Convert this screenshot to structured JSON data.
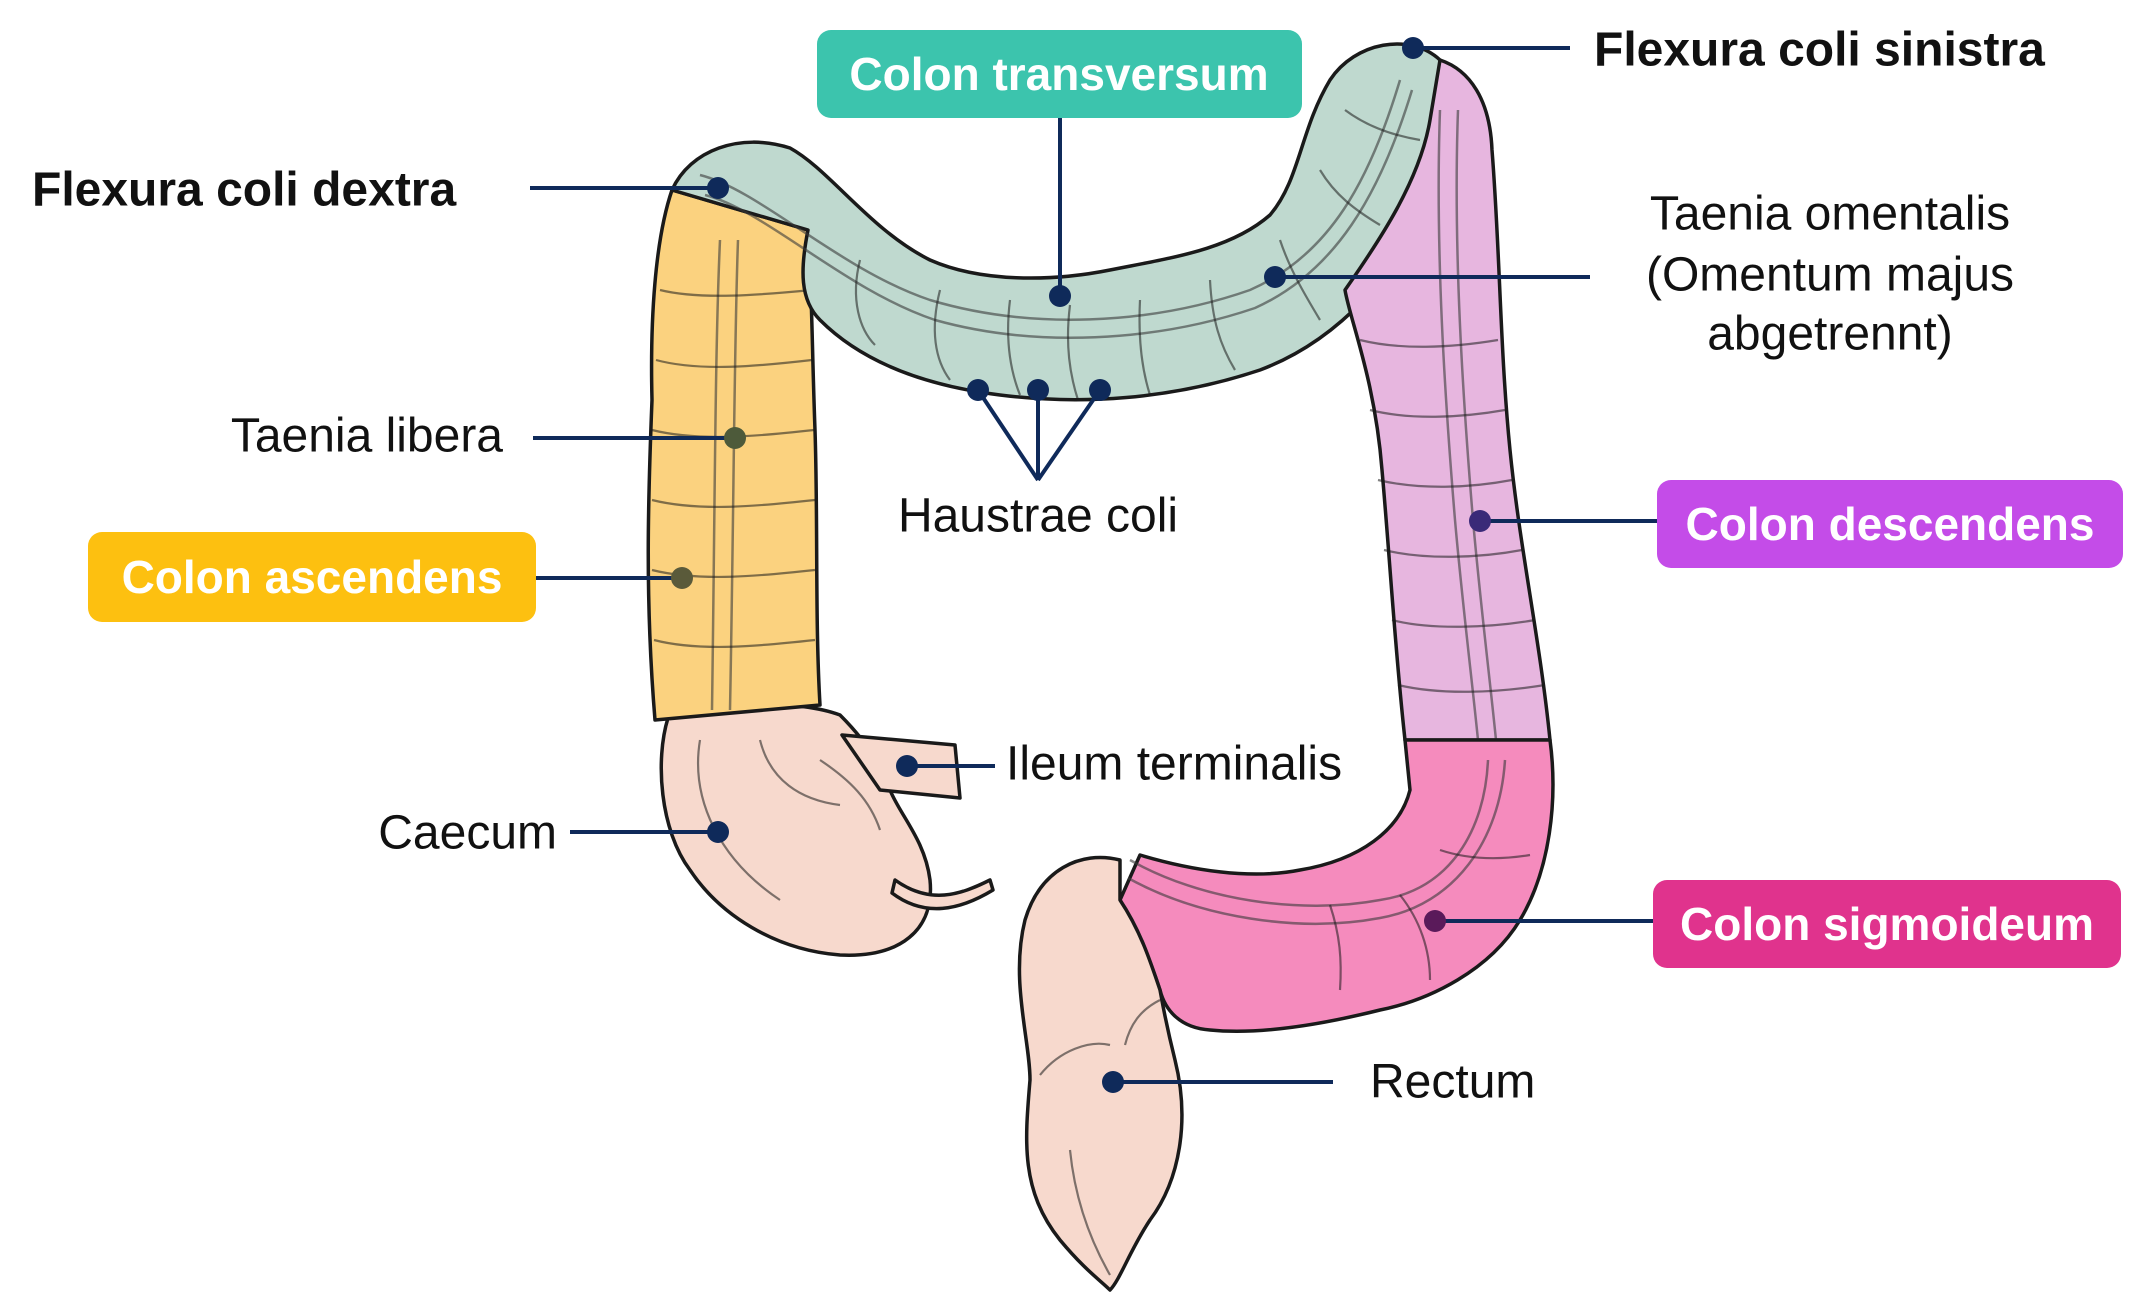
{
  "labels": {
    "colon_transversum": "Colon transversum",
    "flexura_sinistra": "Flexura coli sinistra",
    "flexura_dextra": "Flexura coli dextra",
    "taenia_omentalis_1": "Taenia omentalis",
    "taenia_omentalis_2": "(Omentum majus",
    "taenia_omentalis_3": "abgetrennt)",
    "taenia_libera": "Taenia libera",
    "haustrae_coli": "Haustrae coli",
    "colon_ascendens": "Colon ascendens",
    "colon_descendens": "Colon descendens",
    "ileum_terminalis": "Ileum terminalis",
    "caecum": "Caecum",
    "colon_sigmoideum": "Colon sigmoideum",
    "rectum": "Rectum"
  },
  "colors": {
    "transversum": "#3cc4ad",
    "ascendens": "#fdc010",
    "descendens": "#c44ce8",
    "sigmoideum": "#e0338d",
    "leader": "#0f2a5a",
    "organ_transversum": "#bfd9cf",
    "organ_ascendens": "#fbd27f",
    "organ_descendens": "#e7b6df",
    "organ_sigmoideum": "#f58bbd",
    "organ_caecum_rectum": "#f7d9cd"
  }
}
